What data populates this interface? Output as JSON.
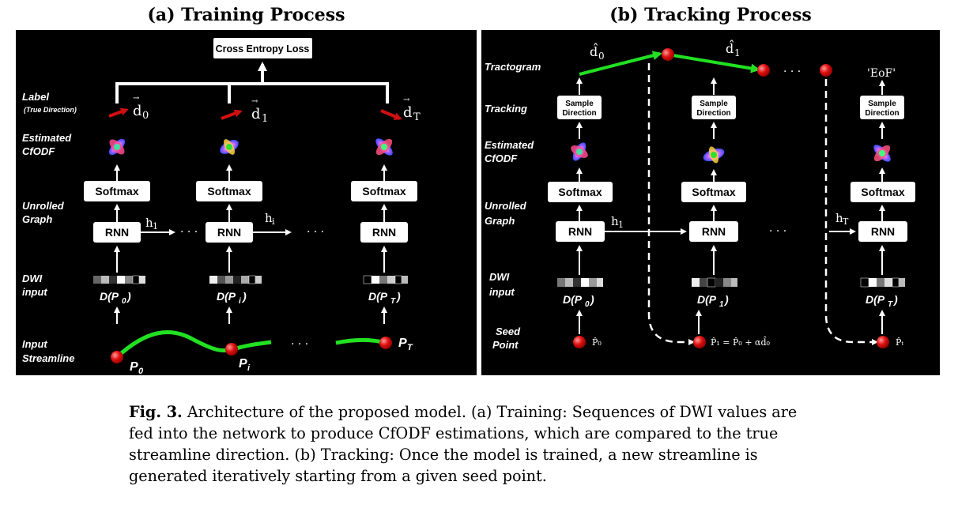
{
  "panel_a": {
    "title": "(a) Training Process",
    "loss_label": "Cross Entropy Loss",
    "row_labels": {
      "label": "Label",
      "label_sub": "(True Direction)",
      "cfodf_1": "Estimated",
      "cfodf_2": "CfODF",
      "graph_1": "Unrolled",
      "graph_2": "Graph",
      "dwi_1": "DWI",
      "dwi_2": "input",
      "stream_1": "Input",
      "stream_2": "Streamline"
    },
    "direction_labels": [
      "d",
      "d",
      "d"
    ],
    "direction_subscripts": [
      "0",
      "1",
      "T"
    ],
    "softmax_label": "Softmax",
    "rnn_label": "RNN",
    "hidden_labels": [
      "h",
      "h"
    ],
    "hidden_subscripts": [
      "1",
      "i"
    ],
    "ellipsis": "· · ·",
    "dwi_inputs": [
      "D(P",
      "D(P",
      "D(P"
    ],
    "dwi_input_subscripts": [
      "0",
      "i",
      "T"
    ],
    "points": [
      "P",
      "P",
      "P"
    ],
    "point_subscripts": [
      "0",
      "i",
      "T"
    ]
  },
  "panel_b": {
    "title": "(b) Tracking Process",
    "row_labels": {
      "tractogram": "Tractogram",
      "tracking": "Tracking",
      "cfodf_1": "Estimated",
      "cfodf_2": "CfODF",
      "graph_1": "Unrolled",
      "graph_2": "Graph",
      "dwi_1": "DWI",
      "dwi_2": "input",
      "seed_1": "Seed",
      "seed_2": "Point"
    },
    "sample_label_1": "Sample",
    "sample_label_2": "Direction",
    "softmax_label": "Softmax",
    "rnn_label": "RNN",
    "direction_labels": [
      "d̂",
      "d̂"
    ],
    "direction_subscripts": [
      "0",
      "1"
    ],
    "eof_label": "'EoF'",
    "hidden_labels": [
      "h",
      "h"
    ],
    "hidden_subscripts": [
      "1",
      "T"
    ],
    "ellipsis": "· · ·",
    "dwi_inputs": [
      "D(P",
      "D(P",
      "D(P"
    ],
    "dwi_input_subscripts": [
      "0",
      "1",
      "T"
    ],
    "seed_labels": [
      "P̂₀",
      "P̂₁ = P̂₀ + αd̂₀",
      "P̂ₜ"
    ]
  },
  "caption": {
    "fig_label": "Fig. 3.",
    "text": " Architecture of the proposed model. (a) Training: Sequences of DWI values are fed into the network to produce CfODF estimations, which are compared to the true streamline direction. (b) Tracking: Once the model is trained, a new streamline is generated iteratively starting from a given seed point."
  },
  "colors": {
    "panel_bg": "#000000",
    "streamline": "#22e022",
    "label_arrow": "#d01010",
    "point": "#e01010"
  }
}
